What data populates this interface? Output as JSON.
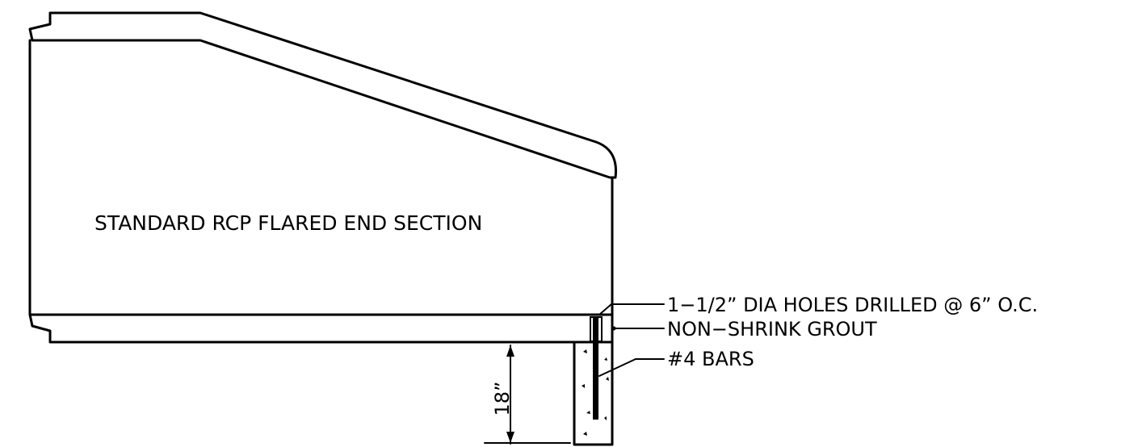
{
  "diagram": {
    "main_label": "STANDARD RCP FLARED END SECTION",
    "callouts": [
      {
        "id": "holes",
        "text": "1−1/2” DIA HOLES DRILLED @ 6” O.C."
      },
      {
        "id": "grout",
        "text": "NON−SHRINK GROUT"
      },
      {
        "id": "bars",
        "text": "#4 BARS"
      }
    ],
    "dimension": {
      "text": "18”"
    }
  }
}
